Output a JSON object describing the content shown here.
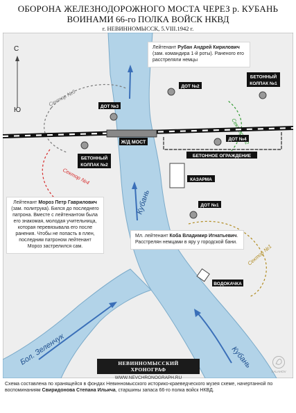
{
  "title": {
    "line1": "ОБОРОНА ЖЕЛЕЗНОДОРОЖНОГО МОСТА ЧЕРЕЗ р. КУБАНЬ",
    "line2": "ВОИНАМИ 66-го ПОЛКА ВОЙСК НКВД",
    "line3": "г. НЕВИННОМЫССК, 5.VIII.1942 г."
  },
  "compass": {
    "north": "С",
    "south": "Ю"
  },
  "rivers": {
    "kuban_upper": "Кубань",
    "kuban_lower": "Кубань",
    "zelenchuk": "Бол. Зеленчук"
  },
  "labels": {
    "bridge": "Ж/Д МОСТ",
    "dot1": "ДОТ №1",
    "dot2": "ДОТ №2",
    "dot3": "ДОТ №3",
    "dot4": "ДОТ №4",
    "kolpak1": [
      "БЕТОННЫЙ",
      "КОЛПАК №1"
    ],
    "kolpak2": [
      "БЕТОННЫЙ",
      "КОЛПАК №2"
    ],
    "fence": "БЕТОННОЕ ОГРАЖДЕНИЕ",
    "barracks": "КАЗАРМА",
    "water_tower": "ВОДОКАЧКА"
  },
  "sectors": {
    "s1": "Сектор №1",
    "s2": "Сектор №2",
    "s3": "Сектор №3",
    "s4": "Сектор №4"
  },
  "notes": {
    "ruban": {
      "prefix": "Лейтенант ",
      "name": "Рубан Андрей Кирилович",
      "text": " (зам. командира 1-й роты). Раненого его расстреляли немцы"
    },
    "moroz": {
      "prefix": "Лейтенант ",
      "name": "Мороз Петр Гаврилович",
      "text": " (зам. политрука). Бился до последнего патрона. Вместе с лейтенантом была его знакомая, молодая учительница, которая перевязывала его после ранения. Чтобы не попасть в плен, последним патроном лейтенант Мороз застрелился сам."
    },
    "koba": {
      "prefix": "Мл. лейтенант ",
      "name": "Коба Владимир Игнатьевич",
      "text": ". Расстрелян немцами в яру у городской бани."
    }
  },
  "logo": {
    "name": "НЕВИННОМЫССКИЙ ХРОНОГРАФ",
    "url": "WWW.NEVCHRONOGRAPH.RU"
  },
  "partner": "SALAHOV",
  "caption": {
    "part1": "Схема составлена по хранящейся в фондах Невинномысского историко-краеведческого музея схеме, начертанной по воспоминаниям ",
    "name": "Свиридонова Степана Ильича",
    "part2": ", старшины запаса 66-го полка войск НКВД."
  },
  "colors": {
    "river": "#b2d3e8",
    "river_edge": "#7aaac9",
    "flow_arrow": "#3a6fb8",
    "sector1": "#b08a1e",
    "sector2": "#2f9a2f",
    "sector3": "#777777",
    "sector4": "#d62828",
    "bunker": "#555555",
    "label_bg": "#111111"
  },
  "icons": [
    "bunker-icon",
    "bridge-icon",
    "railway-icon",
    "flow-arrow-icon",
    "compass-icon",
    "water-tower-icon",
    "barracks-icon"
  ]
}
